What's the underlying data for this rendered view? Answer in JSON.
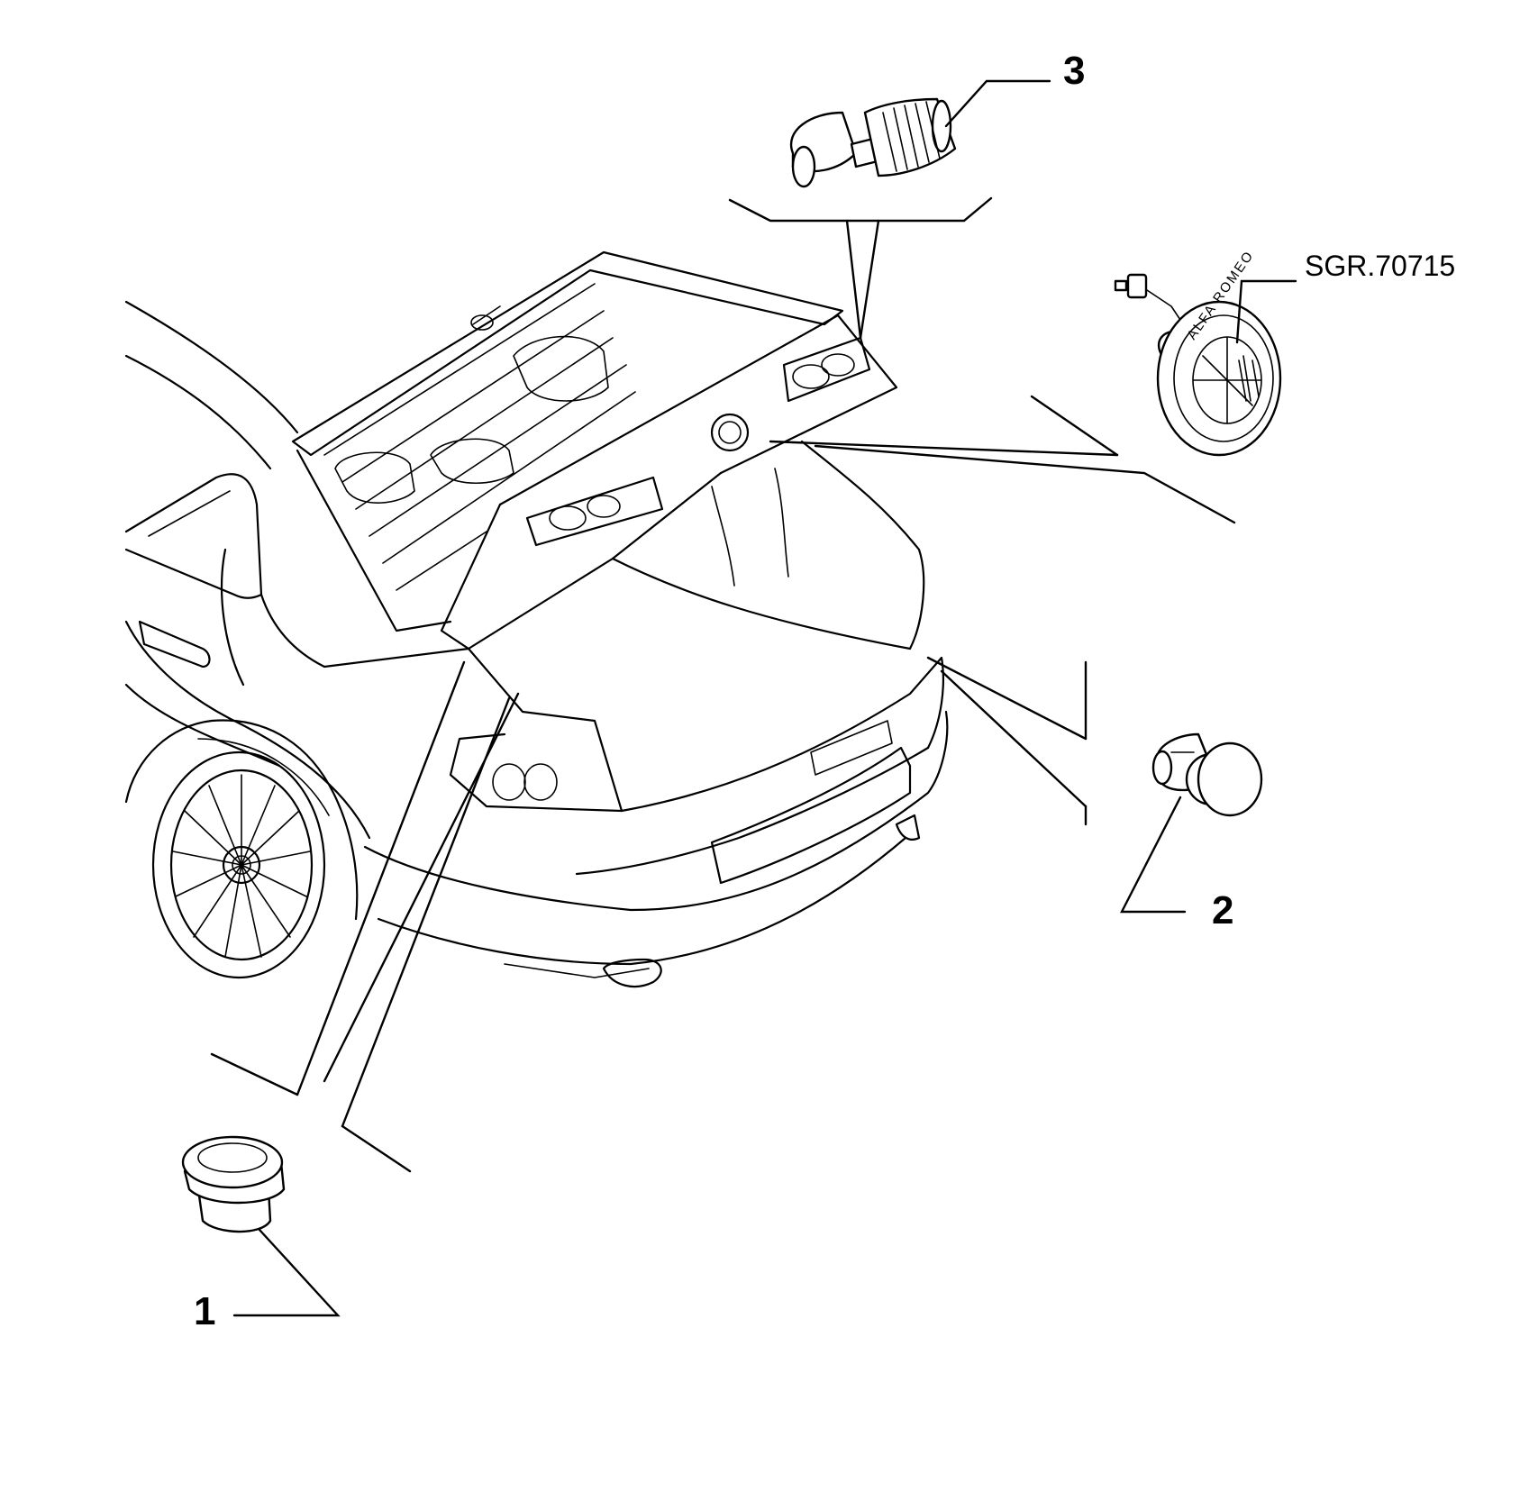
{
  "diagram": {
    "drawing_code": "SGR.70715",
    "callouts": [
      {
        "id": "1",
        "label": "1"
      },
      {
        "id": "2",
        "label": "2"
      },
      {
        "id": "3",
        "label": "3"
      }
    ],
    "emblem": {
      "text": "ALFA ROMEO",
      "icon": "alfa-romeo-emblem-icon"
    },
    "colors": {
      "line": "#000000",
      "background": "#ffffff"
    }
  }
}
